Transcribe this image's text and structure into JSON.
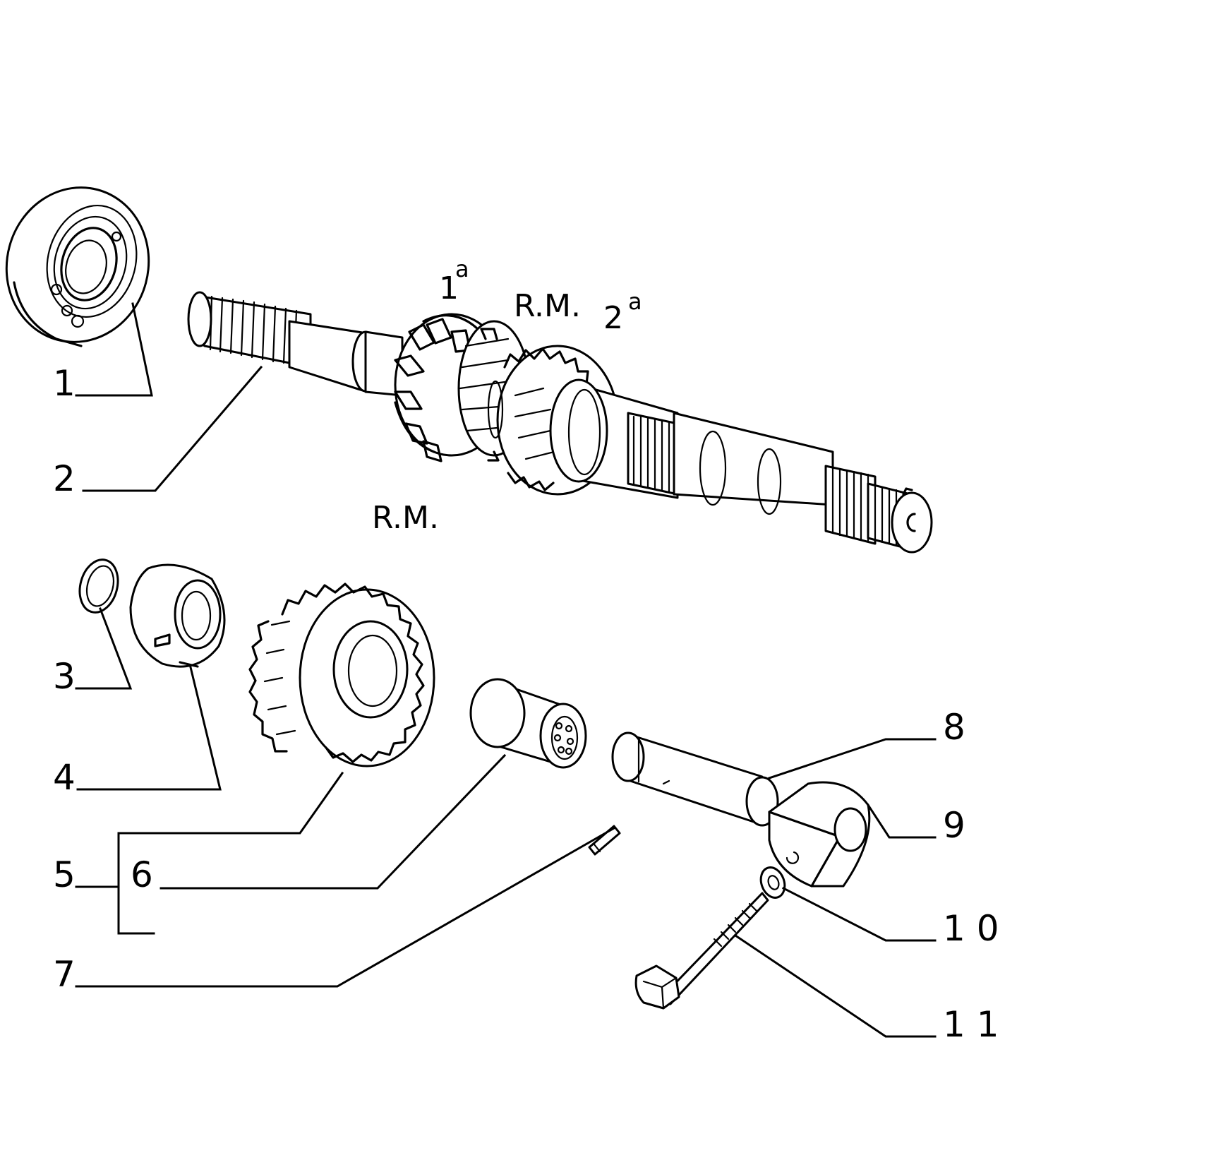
{
  "diagram": {
    "callouts": [
      {
        "id": "1",
        "label": "1"
      },
      {
        "id": "2",
        "label": "2"
      },
      {
        "id": "3",
        "label": "3"
      },
      {
        "id": "4",
        "label": "4"
      },
      {
        "id": "5",
        "label": "5"
      },
      {
        "id": "6",
        "label": "6"
      },
      {
        "id": "7",
        "label": "7"
      },
      {
        "id": "8",
        "label": "8"
      },
      {
        "id": "9",
        "label": "9"
      },
      {
        "id": "10",
        "label": "1 0"
      },
      {
        "id": "11",
        "label": "1 1"
      }
    ],
    "gear_labels": {
      "first_gear": {
        "base": "1",
        "sup": "a"
      },
      "reverse_top": "R.M.",
      "second_gear": {
        "base": "2",
        "sup": "a"
      },
      "reverse_bottom": "R.M."
    }
  }
}
